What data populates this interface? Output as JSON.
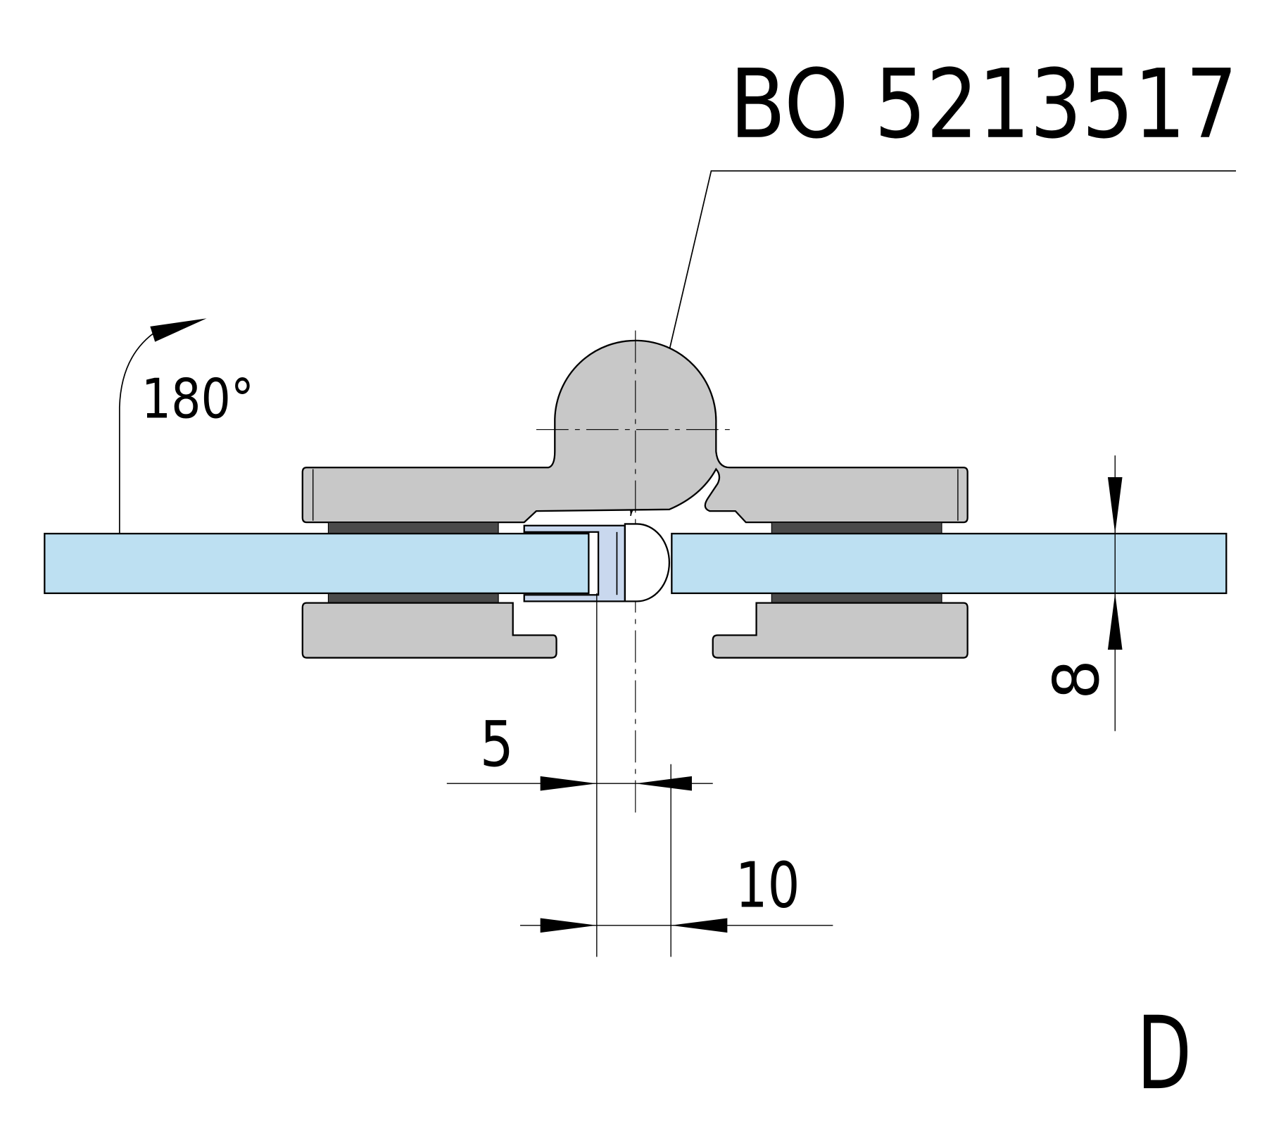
{
  "title": "BO 5213517",
  "view_letter": "D",
  "angle_label": "180°",
  "dimensions": {
    "gap": "5",
    "overall": "10",
    "glass_thickness": "8"
  },
  "colors": {
    "glass": "#bde0f2",
    "metal": "#c8c8c8",
    "gasket": "#4a4a4a",
    "seal": "#c9d8ee"
  }
}
